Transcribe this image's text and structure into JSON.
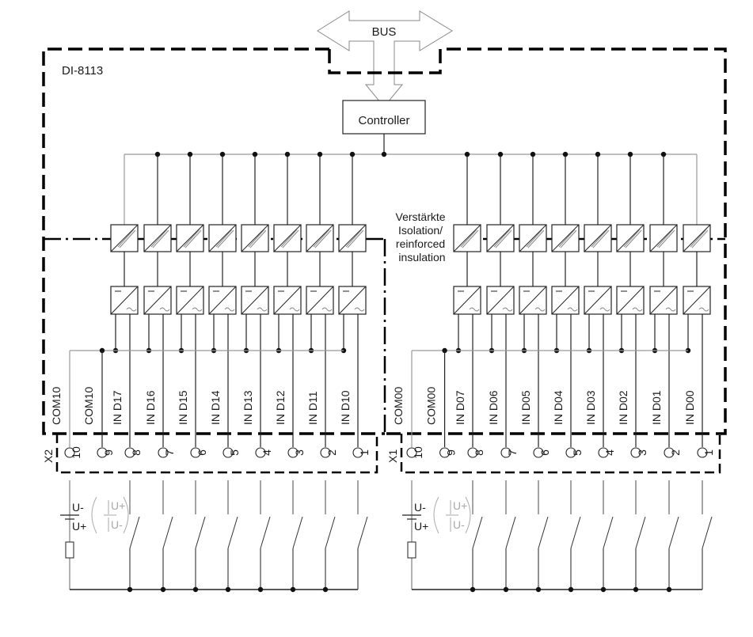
{
  "diagram": {
    "module_name": "DI-8113",
    "bus_label": "BUS",
    "controller_label": "Controller",
    "isolation_label": [
      "Verstärkte",
      "Isolation/",
      "reinforced",
      "insulation"
    ],
    "groups": [
      {
        "connector": "X2",
        "channels": [
          "IN D17",
          "IN D16",
          "IN D15",
          "IN D14",
          "IN D13",
          "IN D12",
          "IN D11",
          "IN D10"
        ],
        "com_labels": [
          "COM10",
          "COM10"
        ],
        "terminal_numbers": [
          "10",
          "9",
          "8",
          "7",
          "6",
          "5",
          "4",
          "3",
          "2",
          "1"
        ]
      },
      {
        "connector": "X1",
        "channels": [
          "IN D07",
          "IN D06",
          "IN D05",
          "IN D04",
          "IN D03",
          "IN D02",
          "IN D01",
          "IN D00"
        ],
        "com_labels": [
          "COM00",
          "COM00"
        ],
        "terminal_numbers": [
          "10",
          "9",
          "8",
          "7",
          "6",
          "5",
          "4",
          "3",
          "2",
          "1"
        ]
      }
    ],
    "supply": {
      "primary": [
        "U-",
        "U+"
      ],
      "alternative": [
        "U+",
        "U-"
      ]
    }
  }
}
